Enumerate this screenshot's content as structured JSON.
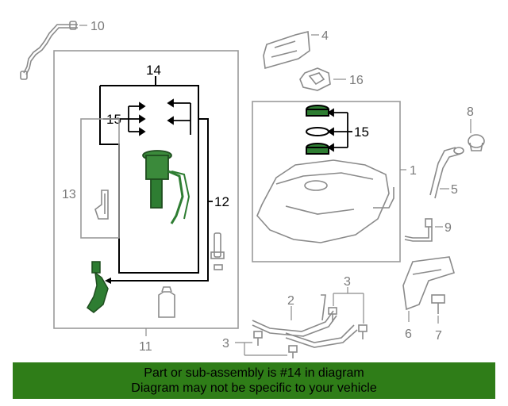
{
  "callouts": {
    "c1": "1",
    "c2": "2",
    "c3a": "3",
    "c3b": "3",
    "c4": "4",
    "c5": "5",
    "c6": "6",
    "c7": "7",
    "c8": "8",
    "c9": "9",
    "c10": "10",
    "c11": "11",
    "c12": "12",
    "c13": "13",
    "c14": "14",
    "c15a": "15",
    "c15b": "15",
    "c16": "16"
  },
  "banner": {
    "line1": "Part or sub-assembly is #14 in diagram",
    "line2": "Diagram may not be specific to your vehicle"
  },
  "colors": {
    "banner_bg": "#2f7d18",
    "part_highlight": "#2e7d32",
    "line_gray": "#8a8a8a"
  }
}
